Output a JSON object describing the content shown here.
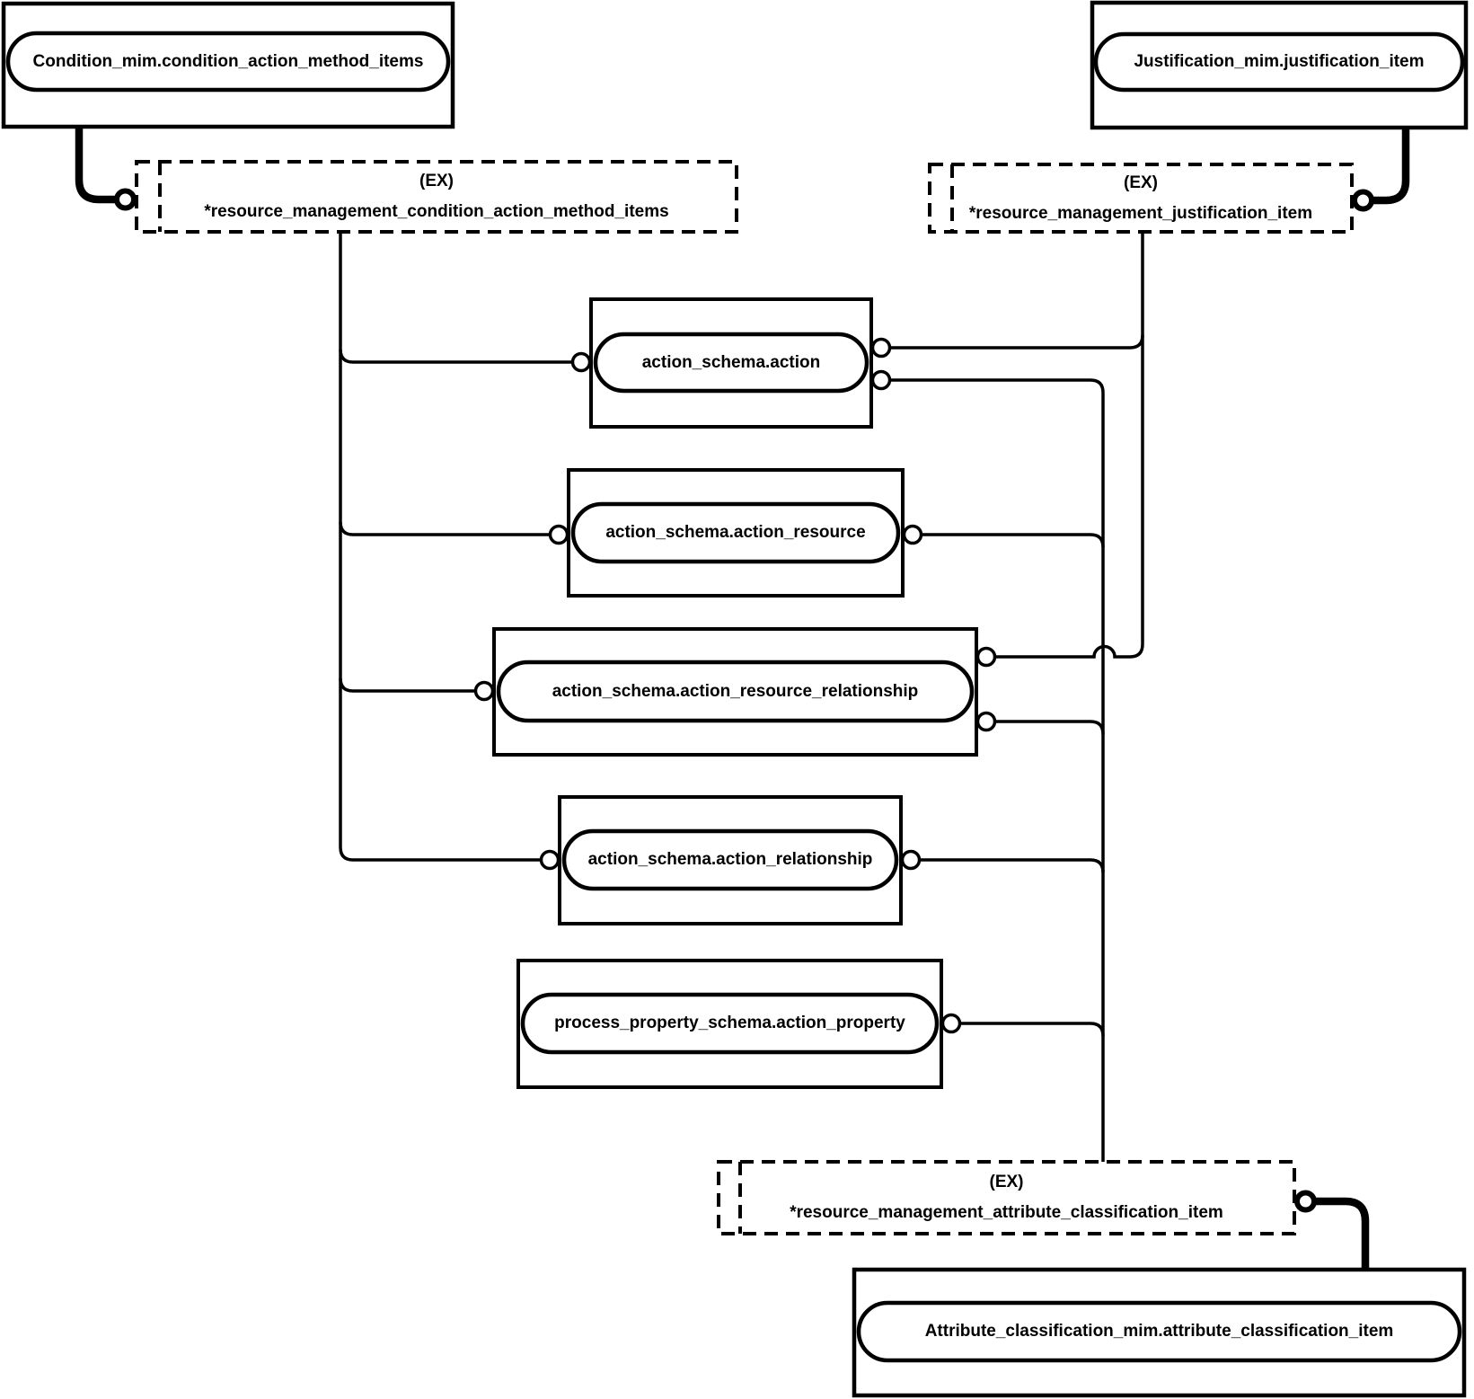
{
  "diagram": {
    "background": "#ffffff",
    "line_color": "#000000",
    "nodes": {
      "condition": {
        "label": "Condition_mim.condition_action_method_items"
      },
      "justification": {
        "label": "Justification_mim.justification_item"
      },
      "condition_ex": {
        "tag": "(EX)",
        "label": "*resource_management_condition_action_method_items"
      },
      "justification_ex": {
        "tag": "(EX)",
        "label": "*resource_management_justification_item"
      },
      "action": {
        "label": "action_schema.action"
      },
      "action_resource": {
        "label": "action_schema.action_resource"
      },
      "action_resource_relationship": {
        "label": "action_schema.action_resource_relationship"
      },
      "action_relationship": {
        "label": "action_schema.action_relationship"
      },
      "action_property": {
        "label": "process_property_schema.action_property"
      },
      "attribute_ex": {
        "tag": "(EX)",
        "label": "*resource_management_attribute_classification_item"
      },
      "attribute": {
        "label": "Attribute_classification_mim.attribute_classification_item"
      }
    }
  }
}
